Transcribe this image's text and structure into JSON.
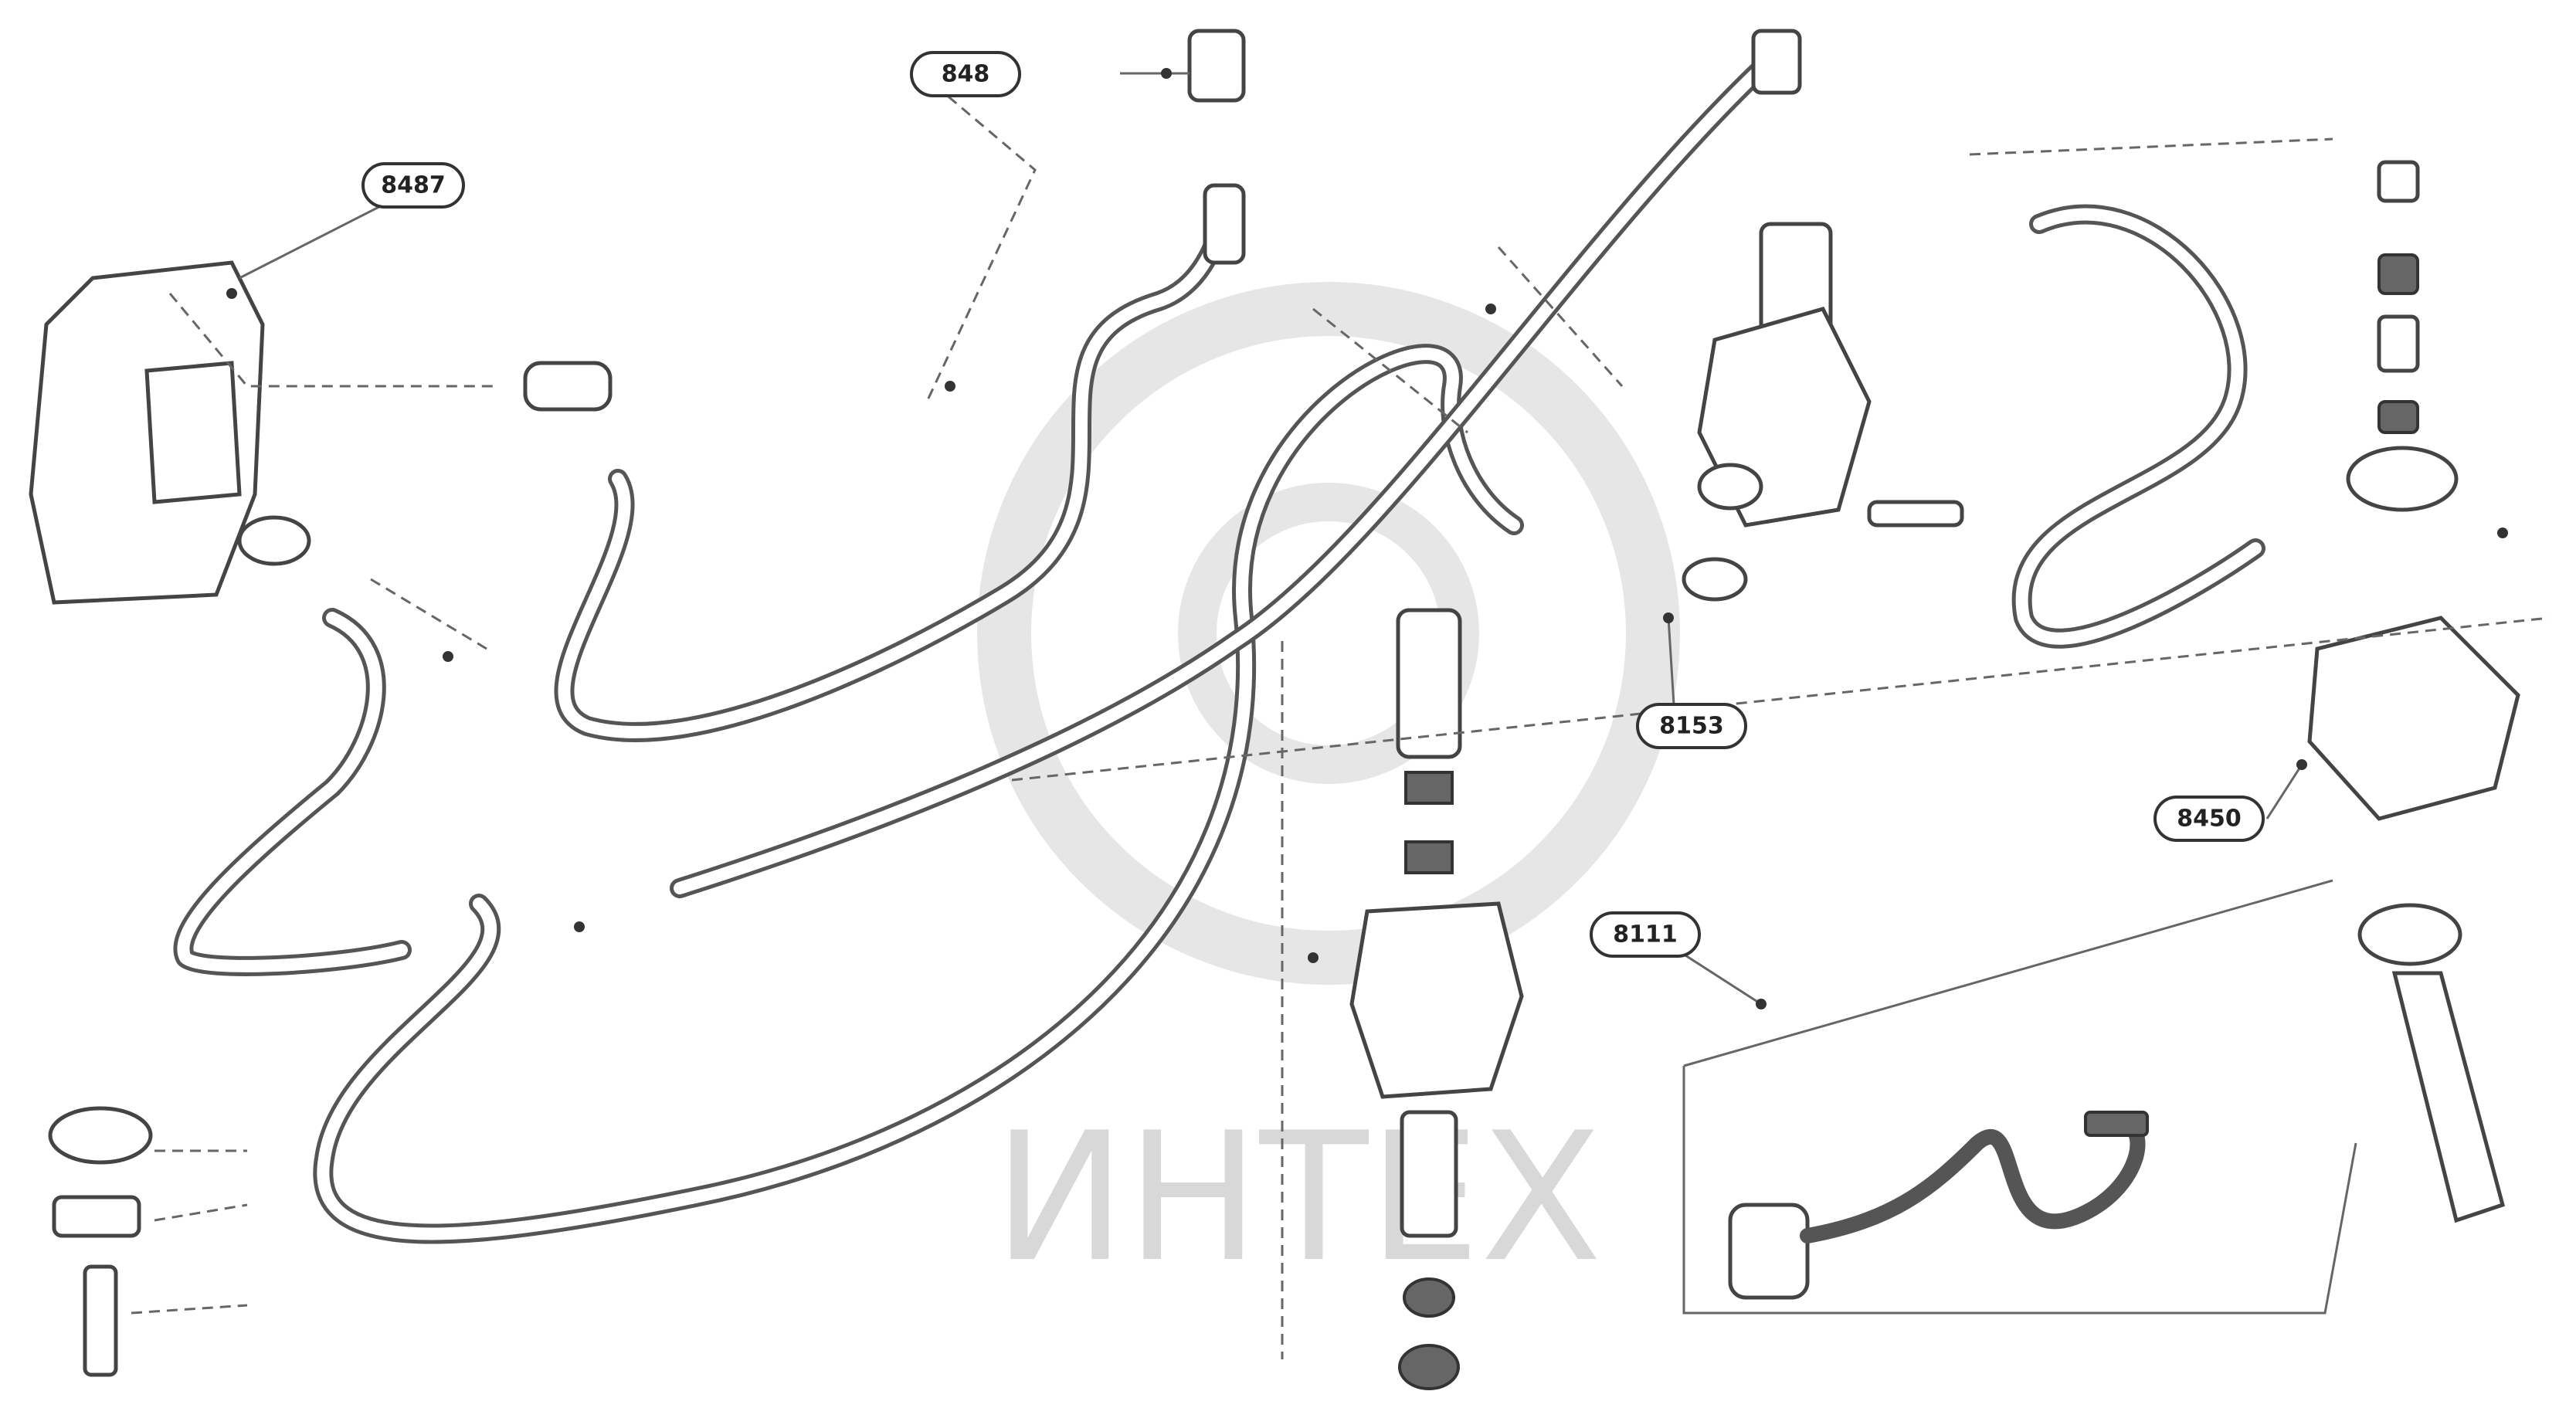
{
  "watermark": {
    "text": "ИНТЕХ"
  },
  "callouts": [
    {
      "label": "8487"
    },
    {
      "label": "848"
    },
    {
      "label": "8153"
    },
    {
      "label": "8450"
    },
    {
      "label": "8111"
    }
  ],
  "colors": {
    "line": "#555555",
    "watermark": "#d8d8d8",
    "background": "#ffffff"
  }
}
